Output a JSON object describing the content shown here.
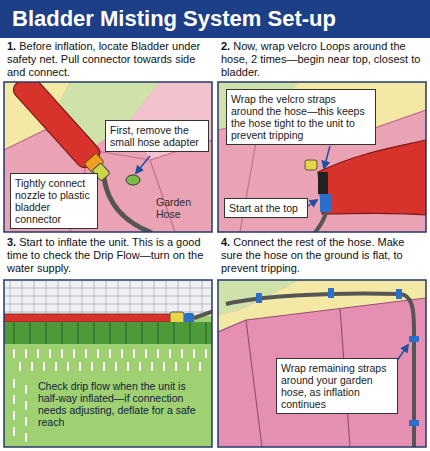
{
  "diagram": {
    "title": "Bladder Misting System Set-up",
    "nodes": [
      {
        "text": [
          "1.",
          "Before inflation, locate Bladder under safety net. Pull connector towards side and connect."
        ]
      },
      {
        "text": [
          "First, remove the small hose adapter"
        ],
        "in": 0
      },
      {
        "text": [
          "Tightly connect nozzle to plastic bladder connector"
        ],
        "in": 0
      },
      {
        "text": [
          "2.",
          "Now, wrap velcro Loops around the hose, 2 times—begin near top, closest to bladder."
        ]
      },
      {
        "text": [
          "Wrap the velcro straps around the hose—this keeps the hose tight to the unit to prevent tripping"
        ],
        "in": 3
      },
      {
        "text": [
          "Start at the top"
        ],
        "in": 3
      },
      {
        "text": [
          "3.",
          "Start to inflate the unit. This is a good time to check the Drip Flow—turn on the water supply."
        ]
      },
      {
        "text": [
          "4.",
          "Connect the rest of the hose. Make sure the hose on the ground is flat, to prevent tripping."
        ]
      },
      {
        "text": [
          "Wrap remaining straps around your garden hose, as inflation continues"
        ],
        "in": 7
      }
    ],
    "labels": [
      "Garden Hose",
      "Check drip flow when the unit is half-way inflated—if connection needs adjusting, deflate for a safe reach"
    ]
  }
}
